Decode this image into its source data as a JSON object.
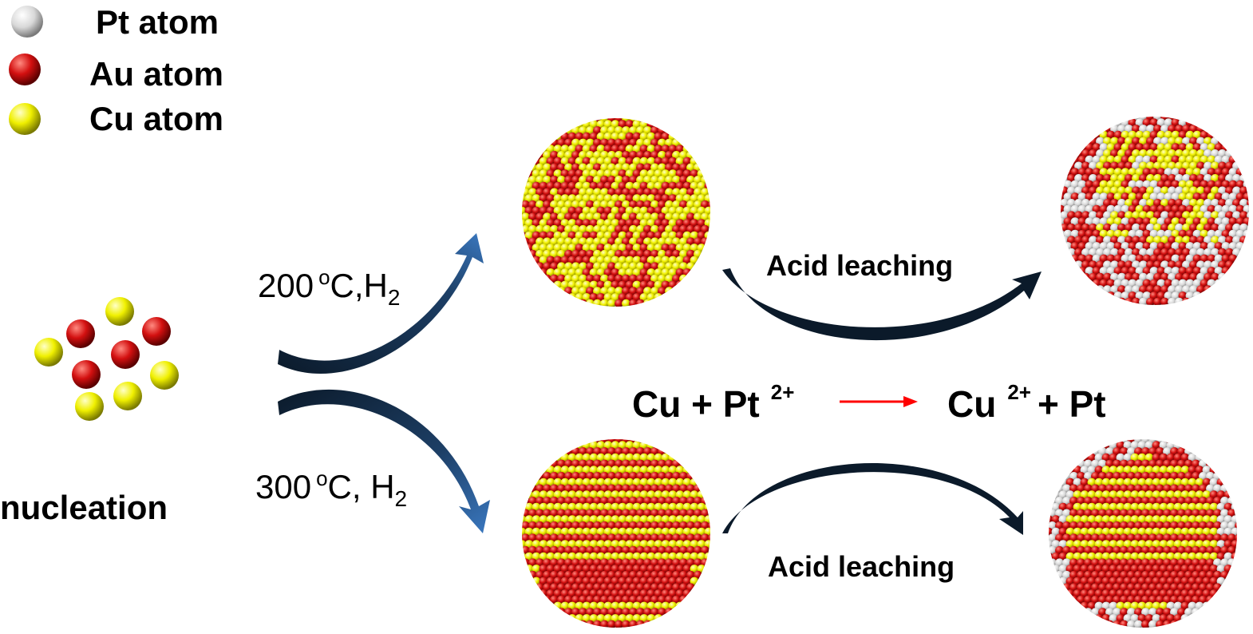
{
  "legend": {
    "pt_label": "Pt atom",
    "au_label": "Au atom",
    "cu_label": "Cu atom"
  },
  "colors": {
    "pt": "#e8e8e8",
    "au": "#d31010",
    "cu": "#f0f000",
    "arrow_dark": "#0b1a2a",
    "arrow_blue": "#3a78c0",
    "reaction_arrow": "#ff0000"
  },
  "nucleation_label": "nucleation",
  "top_path": {
    "temp_value": "200",
    "temp_unit_sup": "o",
    "temp_tail": "C,H",
    "temp_sub": "2",
    "leach_label": "Acid leaching"
  },
  "bottom_path": {
    "temp_value": "300",
    "temp_unit_sup": "o",
    "temp_tail": "C, H",
    "temp_sub": "2",
    "leach_label": "Acid leaching"
  },
  "reaction": {
    "left_base": "Cu + Pt",
    "left_sup": "2+",
    "right_base": "Cu",
    "right_sup": "2+",
    "right_tail": "+ Pt"
  },
  "icons": {
    "legend_pt": "white-sphere-icon",
    "legend_au": "red-sphere-icon",
    "legend_cu": "yellow-sphere-icon"
  }
}
